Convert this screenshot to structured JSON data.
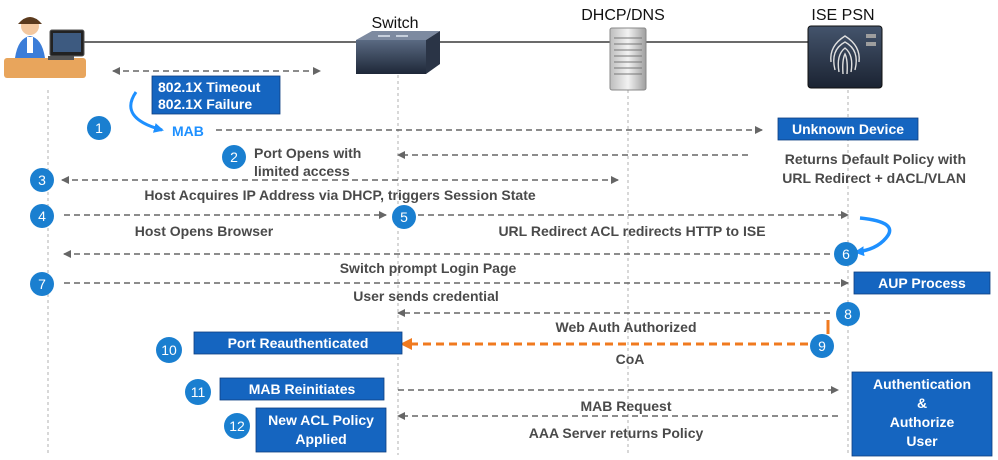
{
  "headers": {
    "switch": "Switch",
    "dhcp": "DHCP/DNS",
    "ise": "ISE PSN"
  },
  "labels": {
    "timeout_line1": "802.1X Timeout",
    "timeout_line2": "802.1X Failure",
    "mab": "MAB",
    "unknown_device": "Unknown Device",
    "port_opens_l1": "Port Opens with",
    "port_opens_l2": "limited access",
    "returns_default_l1": "Returns Default Policy with",
    "returns_default_l2": "URL Redirect + dACL/VLAN",
    "host_acquires": "Host Acquires IP Address via DHCP, triggers Session State",
    "host_opens_browser": "Host Opens Browser",
    "url_redirect": "URL Redirect ACL redirects HTTP to ISE",
    "switch_prompt": "Switch prompt Login Page",
    "aup_process": "AUP Process",
    "user_sends": "User sends credential",
    "web_auth": "Web Auth Authorized",
    "port_reauth": "Port Reauthenticated",
    "coa": "CoA",
    "mab_reinit": "MAB Reinitiates",
    "mab_request": "MAB Request",
    "new_acl_l1": "New ACL Policy",
    "new_acl_l2": "Applied",
    "aaa_returns": "AAA Server returns Policy",
    "authn_l1": "Authentication",
    "authn_l2": "&",
    "authn_l3": "Authorize",
    "authn_l4": "User"
  },
  "steps": [
    "1",
    "2",
    "3",
    "4",
    "5",
    "6",
    "7",
    "8",
    "9",
    "10",
    "11",
    "12"
  ],
  "colors": {
    "box": "#1565c0",
    "step": "#1a7fd0",
    "arrow": "#666666",
    "coa": "#f07a1f",
    "accent": "#1e90ff"
  }
}
